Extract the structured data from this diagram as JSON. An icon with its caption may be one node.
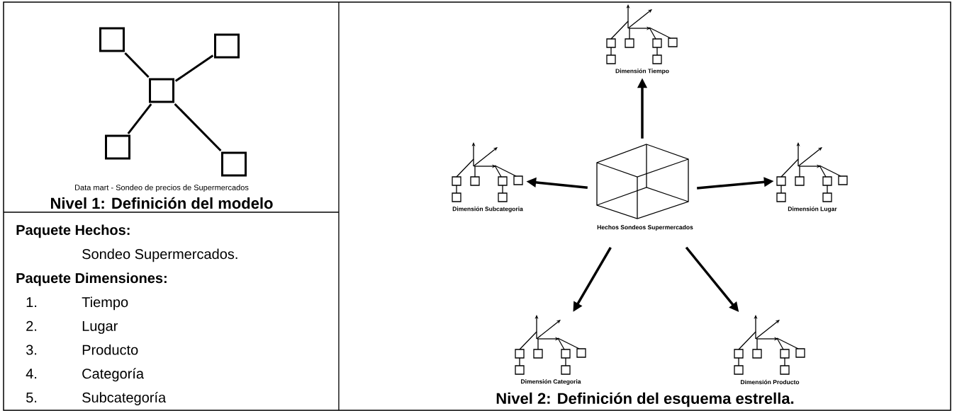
{
  "diagram": {
    "nodes": [
      {
        "text": [],
        "shape": "box"
      },
      {
        "text": [],
        "shape": "box"
      },
      {
        "text": [],
        "shape": "box"
      },
      {
        "text": [],
        "shape": "box"
      },
      {
        "text": [],
        "shape": "box"
      },
      {
        "text": [
          "Dimensión Tiempo"
        ]
      },
      {
        "text": [
          "Dimensión Subcategoria"
        ]
      },
      {
        "text": [
          "Dimensión Lugar"
        ]
      },
      {
        "text": [
          "Hechos Sondeos Supermercados"
        ]
      },
      {
        "text": [
          "Dimensión Categoria"
        ]
      },
      {
        "text": [
          "Dimensión Producto"
        ]
      }
    ],
    "edges": [
      {
        "from": 2,
        "to": 0,
        "arrow": "none"
      },
      {
        "from": 2,
        "to": 1,
        "arrow": "none"
      },
      {
        "from": 2,
        "to": 3,
        "arrow": "none"
      },
      {
        "from": 2,
        "to": 4,
        "arrow": "none"
      },
      {
        "from": 8,
        "to": 5,
        "arrow": "to"
      },
      {
        "from": 8,
        "to": 6,
        "arrow": "to"
      },
      {
        "from": 8,
        "to": 7,
        "arrow": "to"
      },
      {
        "from": 8,
        "to": 9,
        "arrow": "to"
      },
      {
        "from": 8,
        "to": 10,
        "arrow": "to"
      }
    ],
    "labels": [
      "Data mart - Sondeo de precios de Supermercados",
      "Nivel 1: Definición del modelo",
      "Paquete Hechos:",
      "Sondeo Supermercados.",
      "Paquete Dimensiones:",
      "1.",
      "Tiempo",
      "2.",
      "Lugar",
      "3.",
      "Producto",
      "4.",
      "Categoría",
      "5.",
      "Subcategoría",
      "Nivel 2: Definición del esquema estrella."
    ]
  }
}
